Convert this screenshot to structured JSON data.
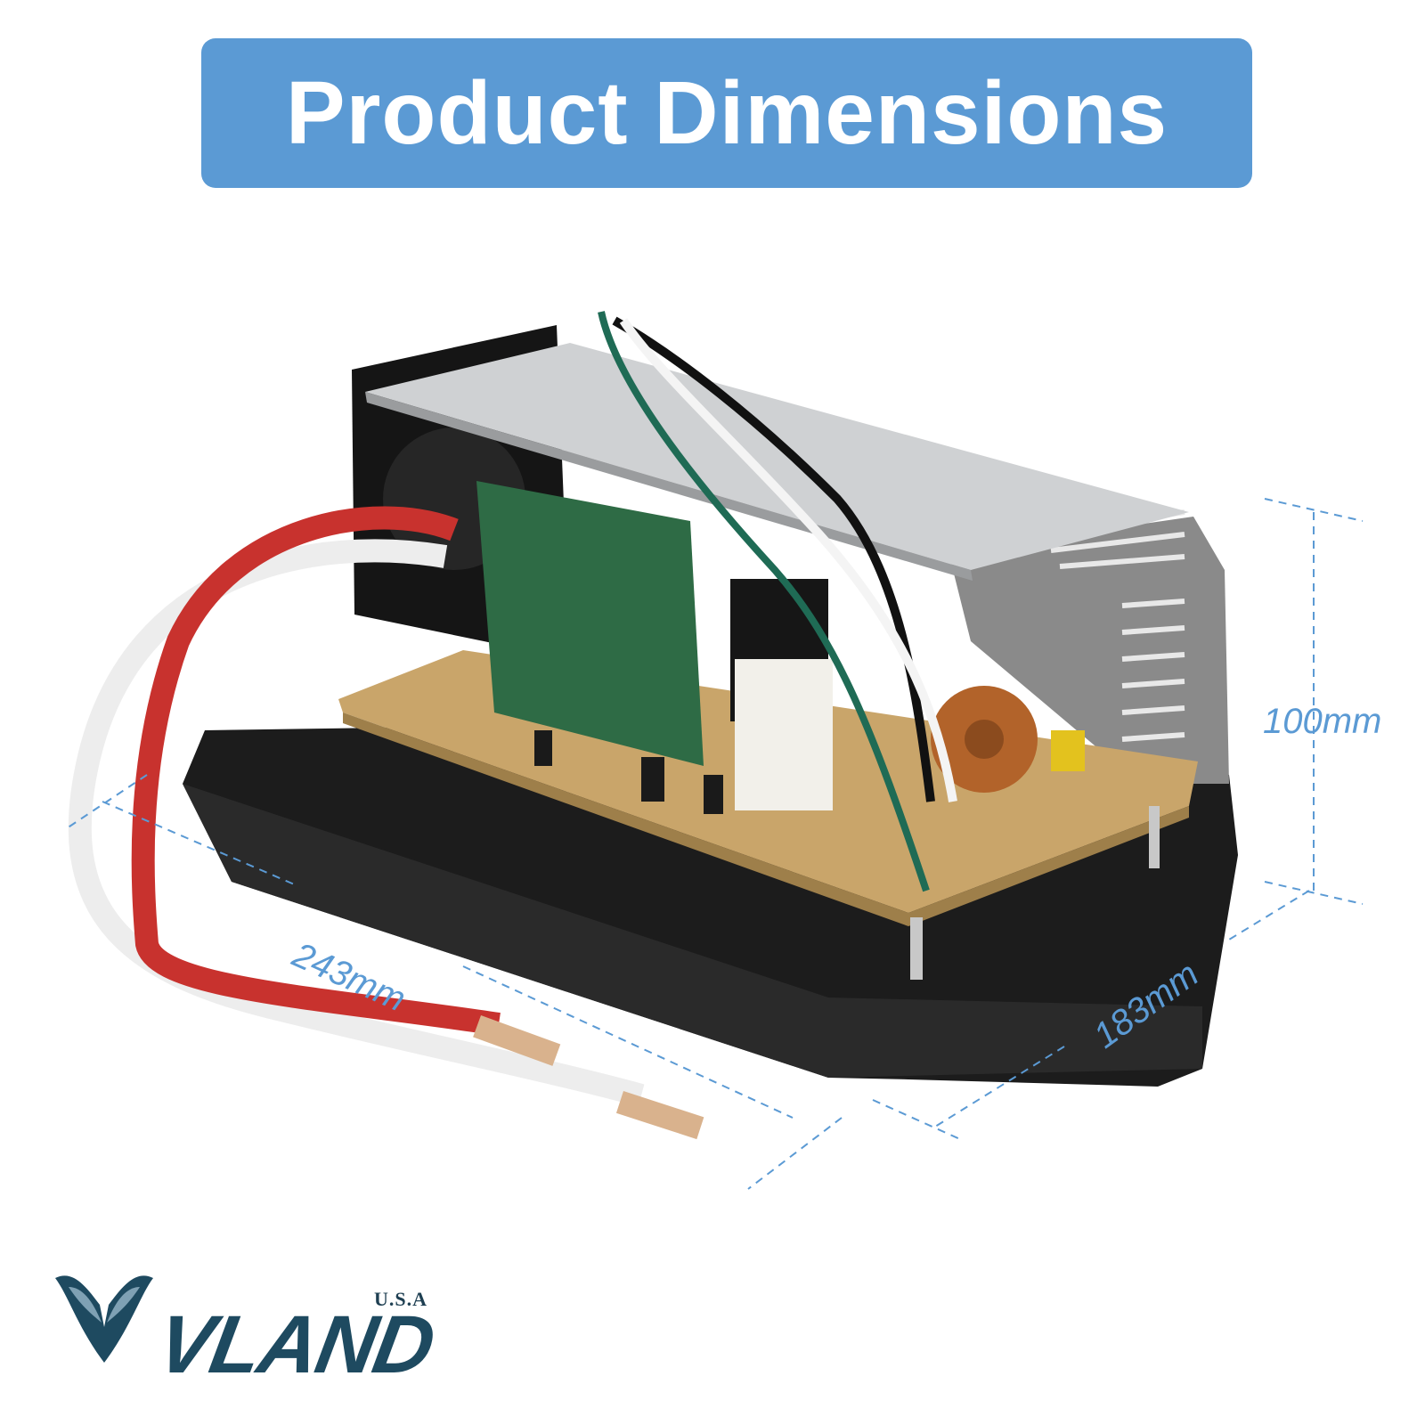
{
  "title": "Product Dimensions",
  "dimensions": {
    "height": "100mm",
    "length": "243mm",
    "width": "183mm"
  },
  "brand": {
    "name": "VLAND",
    "region": "U.S.A"
  },
  "colors": {
    "banner": "#5b9ad4",
    "dimension_text": "#5b9ad4",
    "brand": "#1e4a60"
  },
  "product_image": "rv power converter with exposed circuit board, heatsink, cooling fan, and red/white cables"
}
